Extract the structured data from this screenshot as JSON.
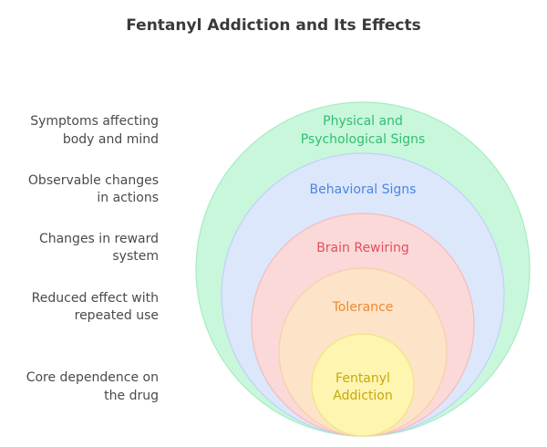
{
  "title": "Fentanyl Addiction and Its Effects",
  "layers": [
    {
      "id": "physical",
      "label_lines": [
        "Physical and",
        "Psychological Signs"
      ],
      "description_lines": [
        "Symptoms affecting",
        "body and mind"
      ],
      "fill": "#c9f7dc",
      "stroke": "#a6ecc2",
      "text_color": "#2fbf71"
    },
    {
      "id": "behavioral",
      "label_lines": [
        "Behavioral Signs"
      ],
      "description_lines": [
        "Observable changes",
        "in actions"
      ],
      "fill": "#dce7fb",
      "stroke": "#bfd1f5",
      "text_color": "#4a86e0"
    },
    {
      "id": "brain",
      "label_lines": [
        "Brain Rewiring"
      ],
      "description_lines": [
        "Changes in reward",
        "system"
      ],
      "fill": "#fbd9d9",
      "stroke": "#f3bcbc",
      "text_color": "#e0505a"
    },
    {
      "id": "tolerance",
      "label_lines": [
        "Tolerance"
      ],
      "description_lines": [
        "Reduced effect with",
        "repeated use"
      ],
      "fill": "#fde3c8",
      "stroke": "#f7cfa6",
      "text_color": "#ea8a35"
    },
    {
      "id": "fentanyl",
      "label_lines": [
        "Fentanyl",
        "Addiction"
      ],
      "description_lines": [
        "Core dependence on",
        "the drug"
      ],
      "fill": "#fdf5b0",
      "stroke": "#f2e47e",
      "text_color": "#c9a80a"
    }
  ]
}
